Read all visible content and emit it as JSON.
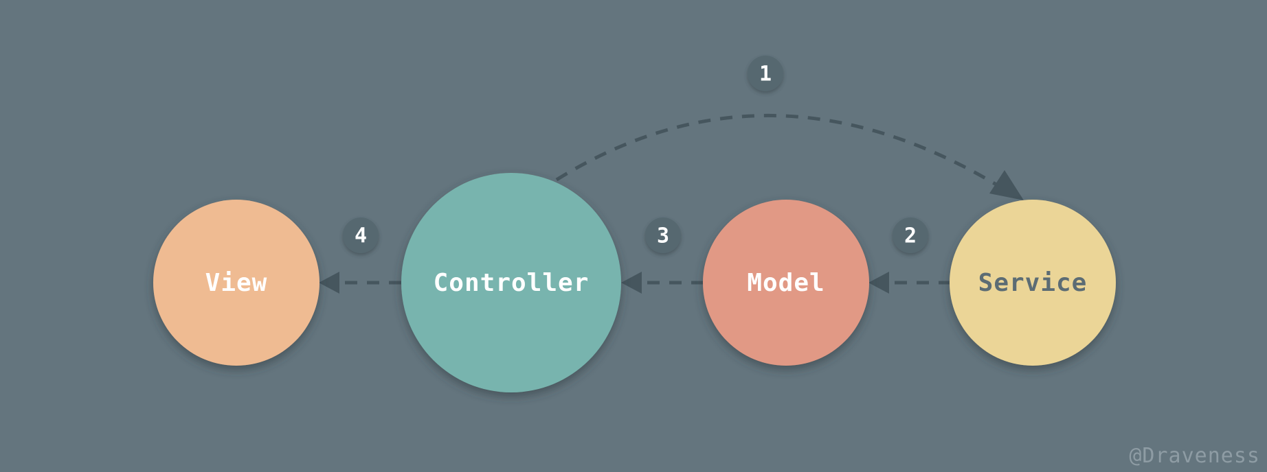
{
  "colors": {
    "background": "#64757e",
    "arrow": "#46565e",
    "step_badge": "#566770",
    "view": "#efbb92",
    "controller": "#78b4ae",
    "model": "#e19985",
    "service": "#ebd597",
    "label_light": "#ffffff",
    "label_dark": "#5c6c74"
  },
  "nodes": {
    "view": {
      "label": "View"
    },
    "controller": {
      "label": "Controller"
    },
    "model": {
      "label": "Model"
    },
    "service": {
      "label": "Service"
    }
  },
  "steps": {
    "one": "1",
    "two": "2",
    "three": "3",
    "four": "4"
  },
  "edges": [
    {
      "from": "Controller",
      "to": "Service",
      "step": "1",
      "style": "dashed-curved"
    },
    {
      "from": "Service",
      "to": "Model",
      "step": "2",
      "style": "dashed"
    },
    {
      "from": "Model",
      "to": "Controller",
      "step": "3",
      "style": "dashed"
    },
    {
      "from": "Controller",
      "to": "View",
      "step": "4",
      "style": "dashed"
    }
  ],
  "watermark": "@Draveness"
}
